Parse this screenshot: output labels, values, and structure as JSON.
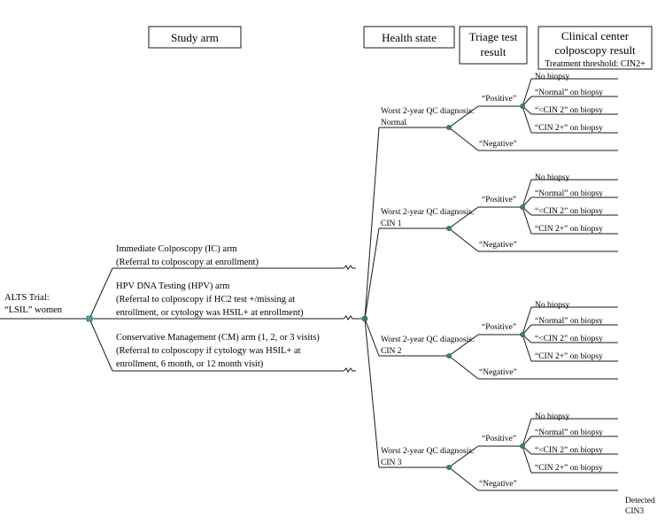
{
  "headers": {
    "study_arm": "Study arm",
    "health_state": "Health state",
    "triage_1": "Triage test",
    "triage_2": "result",
    "clinical_1": "Clinical center",
    "clinical_2": "colposcopy result",
    "clinical_3": "Treatment threshold: CIN2+"
  },
  "root": {
    "line1": "ALTS Trial:",
    "line2": "“LSIL” women"
  },
  "arms": [
    {
      "line1": "Immediate Colposcopy (IC) arm",
      "line2": "(Referral to colposcopy at enrollment)"
    },
    {
      "line1": "HPV DNA Testing (HPV) arm",
      "line2": "(Referral to colposcopy if HC2 test +/missing at",
      "line3": "enrollment, or cytology was HSIL+ at enrollment)"
    },
    {
      "line1": "Conservative Management (CM) arm (1, 2, or 3 visits)",
      "line2": "(Referral to colposcopy if cytology was HSIL+ at",
      "line3": "enrollment, 6 month, or 12 month visit)"
    }
  ],
  "health_states": [
    {
      "line1": "Worst 2-year QC diagnosis:",
      "line2": "Normal"
    },
    {
      "line1": "Worst 2-year QC diagnosis:",
      "line2": "CIN 1"
    },
    {
      "line1": "Worst 2-year QC diagnosis:",
      "line2": "CIN 2"
    },
    {
      "line1": "Worst 2-year QC diagnosis:",
      "line2": "CIN 3"
    }
  ],
  "triage": {
    "positive": "“Positive”",
    "negative": "“Negative”"
  },
  "colposcopy_results": [
    "No biopsy",
    "“Normal” on biopsy",
    "“<CIN 2” on biopsy",
    "“CIN 2+” on biopsy"
  ],
  "detected": {
    "line1": "Detected",
    "line2": "CIN3"
  }
}
